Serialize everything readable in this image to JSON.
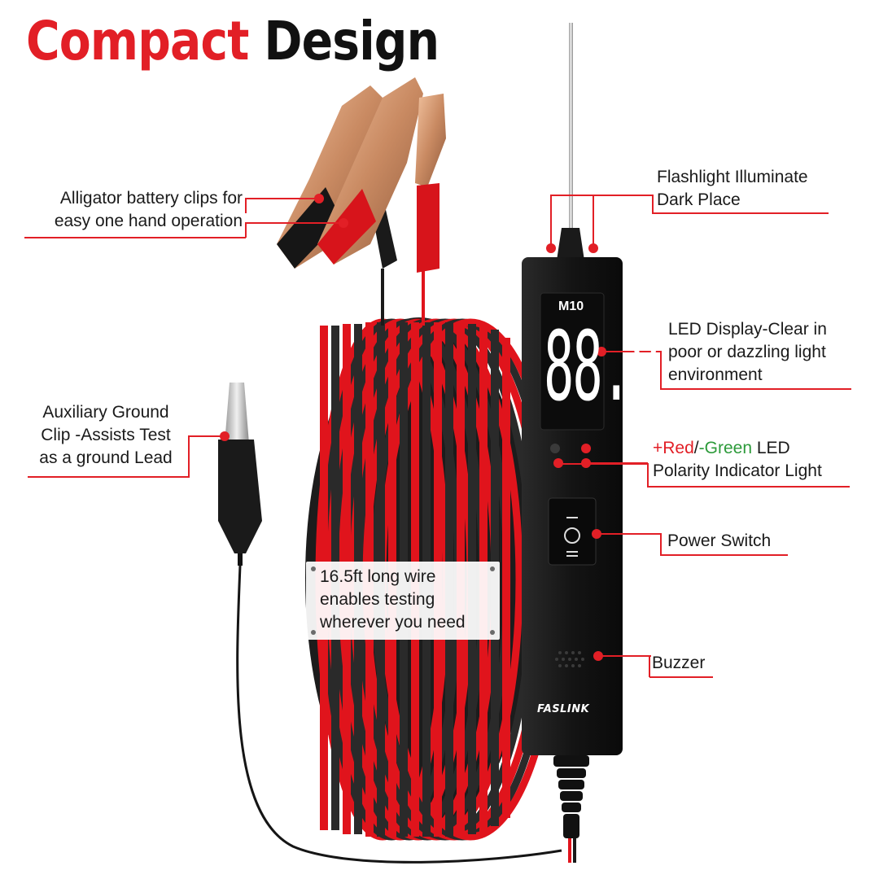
{
  "title": {
    "word1": "Compact",
    "word2": "Design"
  },
  "callouts": {
    "alligator": [
      "Alligator battery clips for",
      "easy one hand operation"
    ],
    "auxiliary": [
      "Auxiliary Ground",
      "Clip -Assists Test",
      "as a ground Lead"
    ],
    "flashlight": [
      "Flashlight Illuminate",
      "Dark Place"
    ],
    "led_display": [
      "LED Display-Clear in",
      "poor or dazzling light",
      "environment"
    ],
    "polarity": {
      "plus_red": "+Red",
      "slash": "/",
      "minus_green": "-Green",
      "led": " LED",
      "line2": "Polarity Indicator Light"
    },
    "power_switch": "Power Switch",
    "buzzer": "Buzzer"
  },
  "wire_box": [
    "16.5ft long wire",
    "enables testing",
    "wherever you need"
  ],
  "device": {
    "model": "M10",
    "brand": "FASLINK",
    "digits": "88.8"
  },
  "colors": {
    "accent_red": "#e21f26",
    "accent_green": "#2c9a3a",
    "device_body": "#141414",
    "wire_red": "#e0141c",
    "wire_black": "#2a2a2a",
    "clip_copper": "#d9a27c"
  }
}
